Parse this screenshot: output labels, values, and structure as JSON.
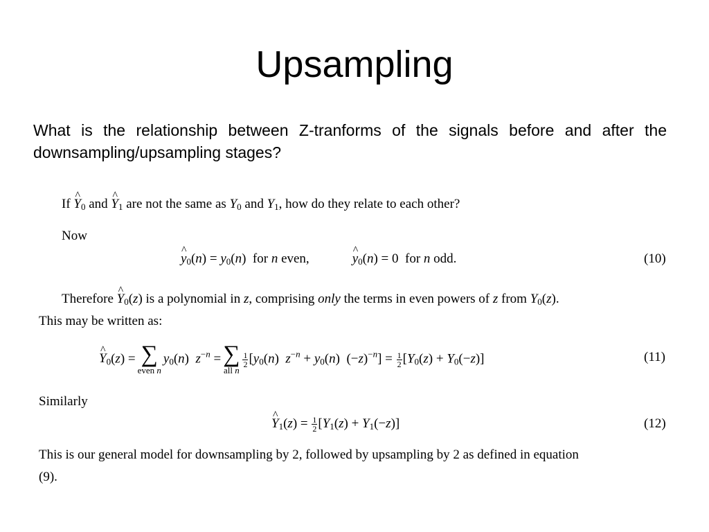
{
  "slide": {
    "title": "Upsampling",
    "intro": "What is the relationship between Z-tranforms of the signals before and after the downsampling/upsampling stages?"
  },
  "content": {
    "question": {
      "prefix": "If ",
      "and_1": " and ",
      "rest": " are not the same as ",
      "and_2": " and ",
      "end": ", how do they relate to each other?"
    },
    "now": "Now",
    "eq10": {
      "left_cond": "for",
      "left_tail": "even,",
      "right_cond": "for",
      "right_tail": "odd.",
      "number": "(10)"
    },
    "therefore": {
      "prefix": "Therefore ",
      "mid1": " is a polynomial in ",
      "mid2": ", comprising ",
      "only": "only",
      "mid3": " the terms in even powers of ",
      "mid4": " from ",
      "end": "."
    },
    "written": "This may be written as:",
    "eq11": {
      "sum1_limit": "even",
      "sum2_limit": "all",
      "number": "(11)"
    },
    "similarly": "Similarly",
    "eq12": {
      "number": "(12)"
    },
    "conclusion": {
      "line1": "This is our general model for downsampling by 2, followed by upsampling by 2 as defined in equation",
      "line2": "(9)."
    }
  }
}
